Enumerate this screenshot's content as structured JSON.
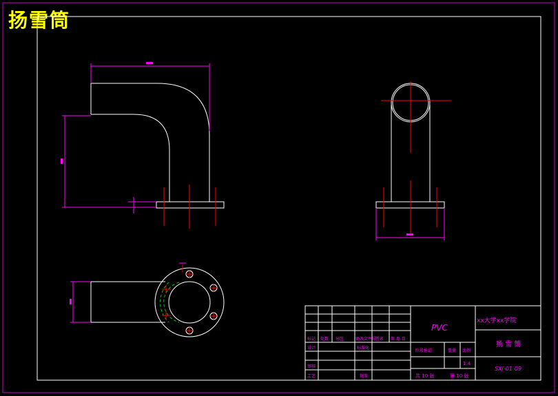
{
  "title": "扬雪筒",
  "colors": {
    "background": "#000000",
    "frame": "#c800c8",
    "part_line": "#ffffff",
    "center_line": "#ff0000",
    "dimension": "#ff00ff",
    "hidden_arc": "#00c800",
    "title_text": "#ffff00",
    "table_text": "#ff00ff"
  },
  "title_block": {
    "material": "PVC",
    "school": "xx大学xx学院",
    "part_name": "扬 雪 筒",
    "drawing_number": "SXJ-01-09",
    "scale": "1:4",
    "sheet_total": "共 10 张",
    "sheet_index": "第 10 张",
    "row_labels": [
      "标记",
      "处数",
      "分区",
      "更改文件号",
      "签名",
      "年.月.日"
    ],
    "design": "设计",
    "standardize": "标准化",
    "review": "审核",
    "process": "工艺",
    "approve": "批准",
    "stage_mark": "阶段标记",
    "weight": "重量",
    "scale_label": "比例"
  }
}
